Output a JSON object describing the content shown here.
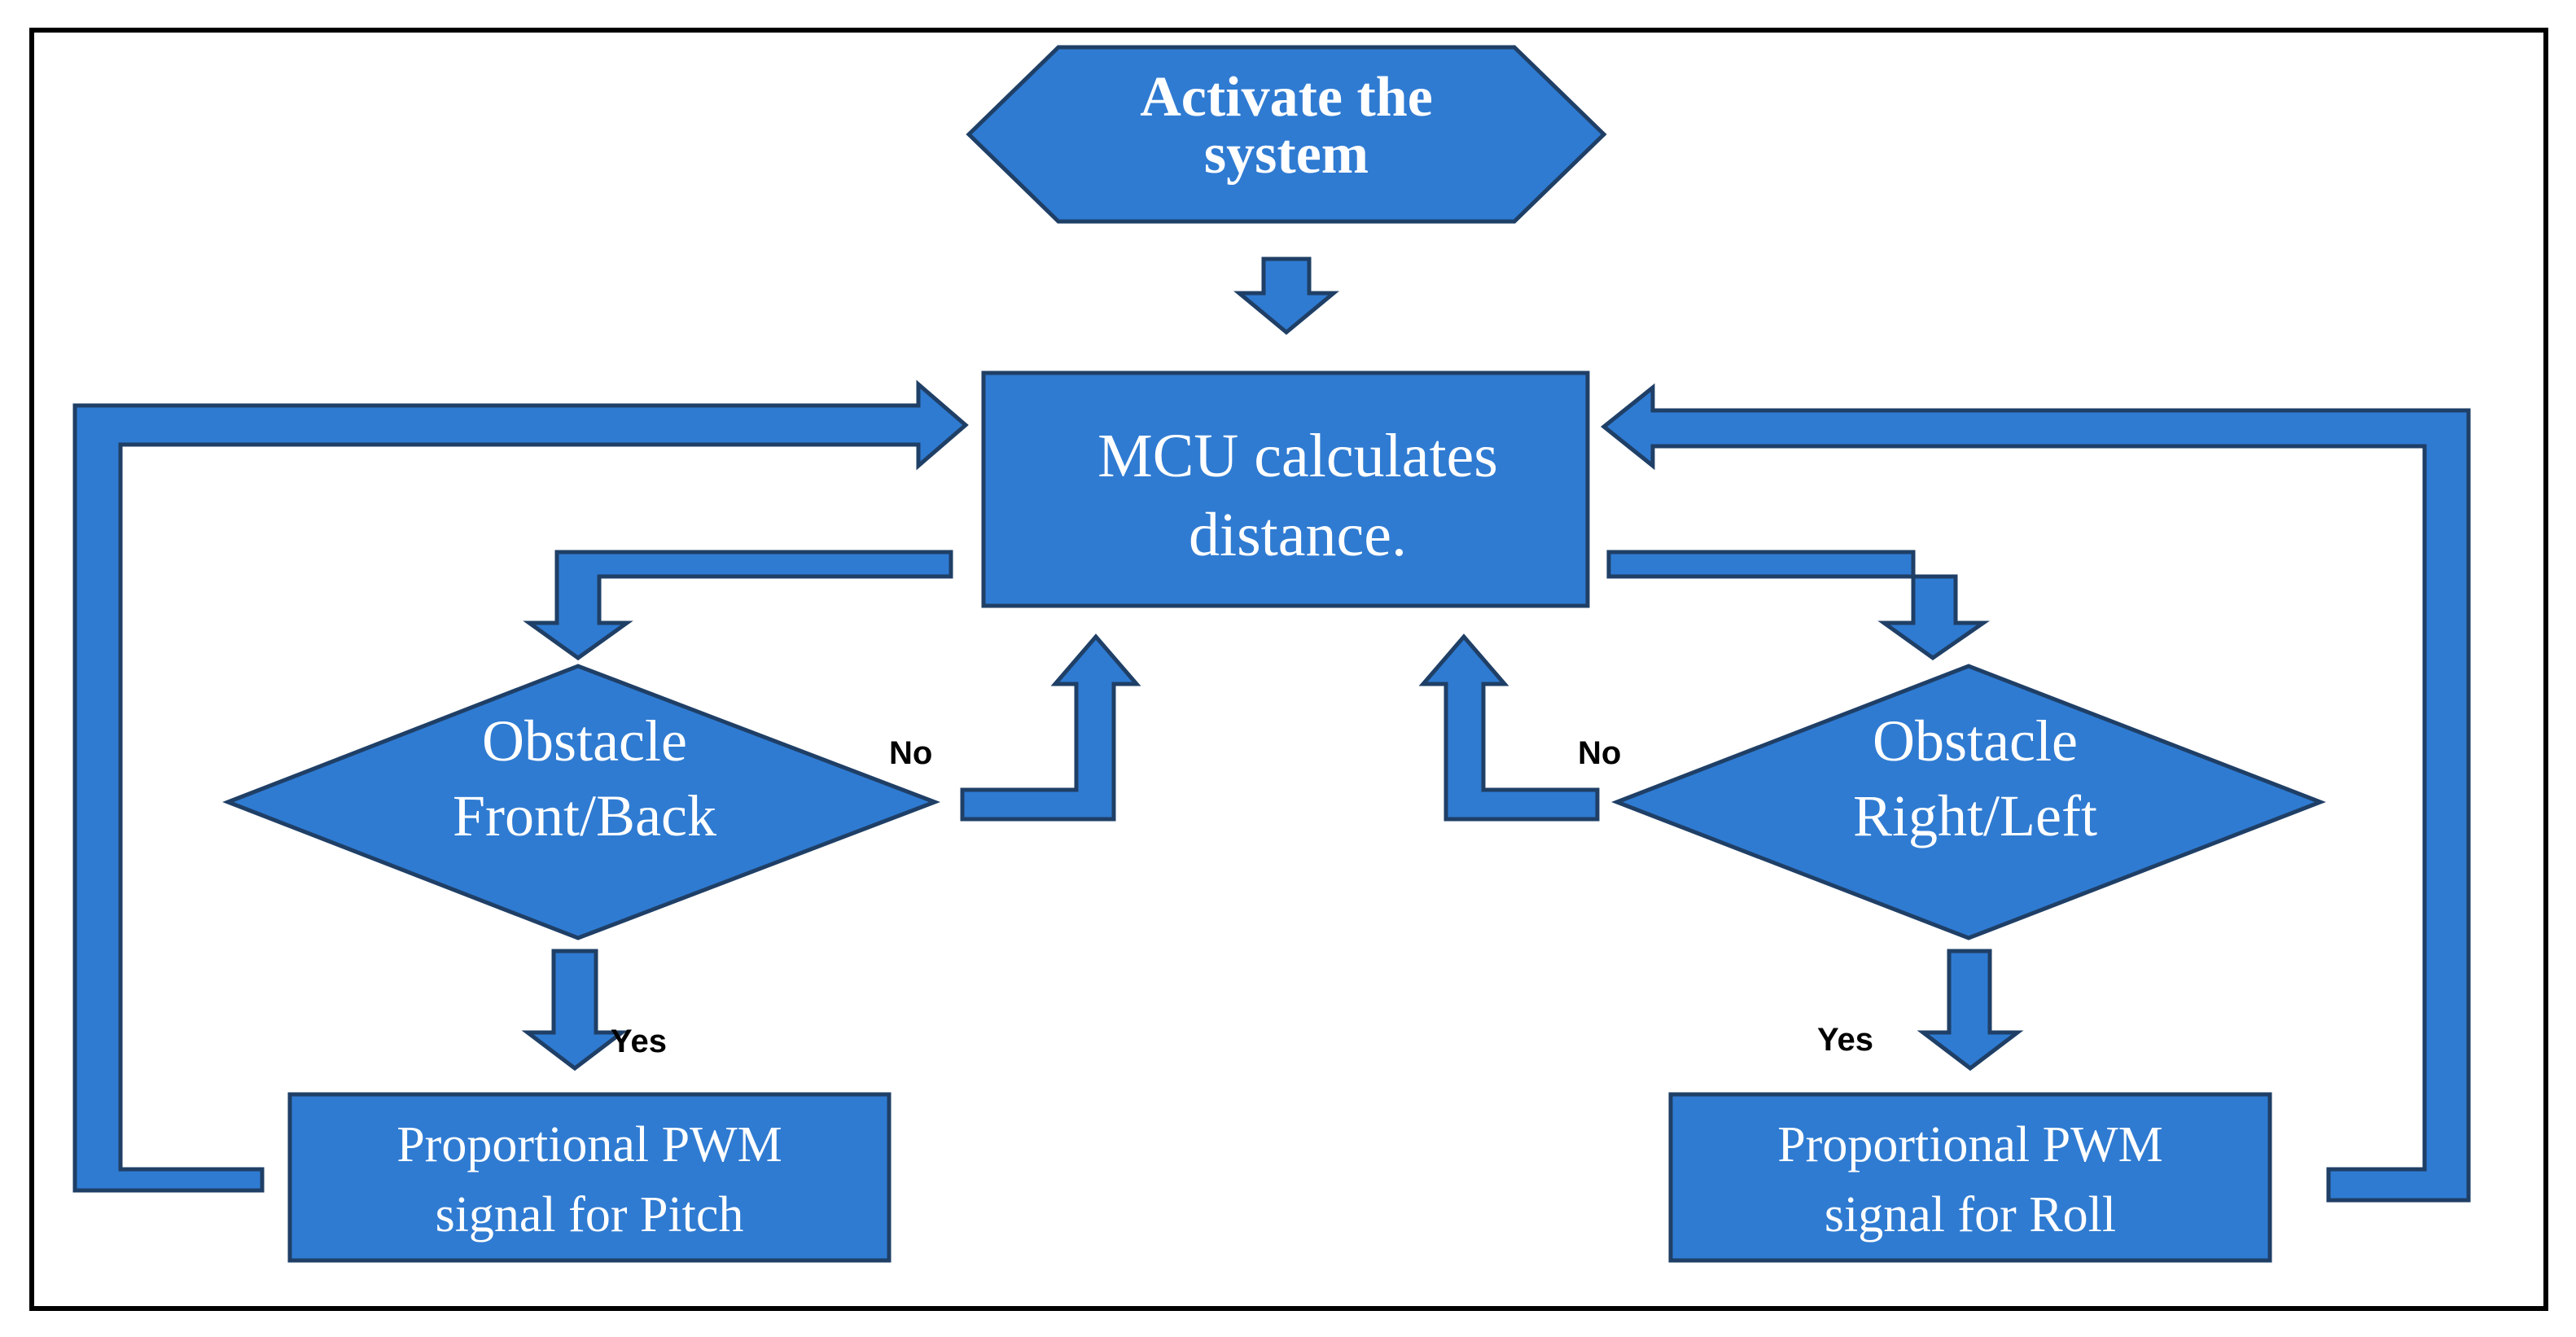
{
  "colors": {
    "fill": "#2f7bd2",
    "stroke": "#1f3f66",
    "text": "#ffffff",
    "label": "#000000",
    "border": "#000000"
  },
  "nodes": {
    "start": {
      "line1": "Activate the",
      "line2": "system"
    },
    "mcu": {
      "line1": "MCU calculates",
      "line2": "distance."
    },
    "decision_front_back": {
      "line1": "Obstacle",
      "line2": "Front/Back"
    },
    "decision_right_left": {
      "line1": "Obstacle",
      "line2": "Right/Left"
    },
    "output_pitch": {
      "line1": "Proportional PWM",
      "line2": "signal for Pitch"
    },
    "output_roll": {
      "line1": "Proportional PWM",
      "line2": "signal for Roll"
    }
  },
  "edge_labels": {
    "no_left": "No",
    "no_right": "No",
    "yes_left": "Yes",
    "yes_right": "Yes"
  }
}
